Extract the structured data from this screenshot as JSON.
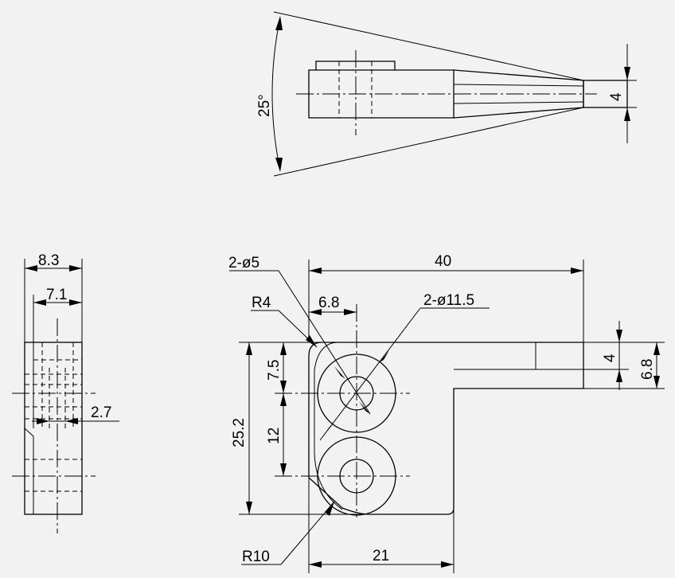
{
  "dimensions": {
    "angle": "25°",
    "tip_width": "4",
    "side_width": "8.3",
    "side_inner": "7.1",
    "side_slot": "2.7",
    "holes": "2-ø5",
    "hole_offset": "6.8",
    "outer_dia": "2-ø11.5",
    "length": "40",
    "corner_radius": "R4",
    "top_offset": "7.5",
    "hole_spacing": "12",
    "height": "25.2",
    "arm_height": "4",
    "arm_total": "6.8",
    "base_radius": "R10",
    "base_width": "21"
  }
}
